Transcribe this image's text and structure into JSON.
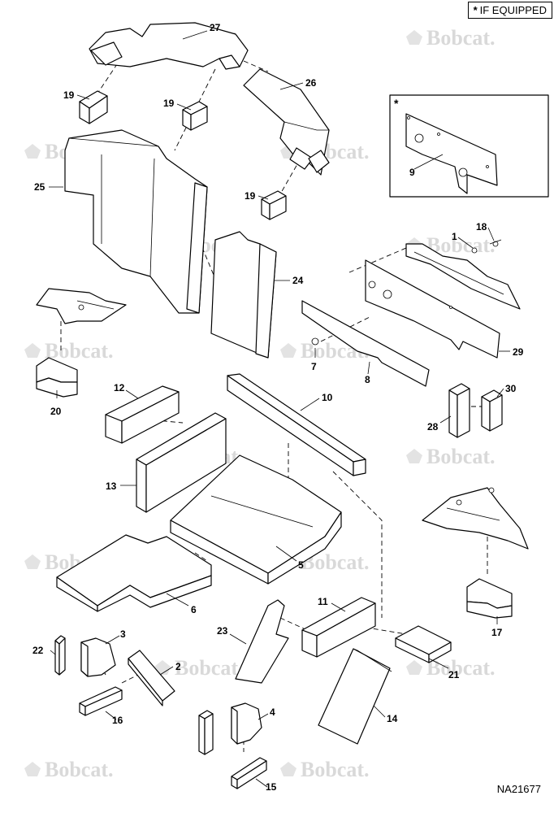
{
  "legend": {
    "symbol": "*",
    "text": "IF EQUIPPED"
  },
  "inset_symbol": "*",
  "drawing_number": "NA21677",
  "watermark_text": "Bobcat.",
  "callouts": {
    "c1": "1",
    "c2": "2",
    "c3": "3",
    "c4": "4",
    "c5": "5",
    "c6": "6",
    "c7": "7",
    "c8": "8",
    "c9": "9",
    "c10": "10",
    "c11": "11",
    "c12": "12",
    "c13": "13",
    "c14": "14",
    "c15": "15",
    "c16": "16",
    "c17": "17",
    "c18": "18",
    "c19a": "19",
    "c19b": "19",
    "c19c": "19",
    "c20": "20",
    "c21": "21",
    "c22": "22",
    "c23": "23",
    "c24": "24",
    "c25": "25",
    "c26": "26",
    "c27": "27",
    "c28": "28",
    "c29": "29",
    "c30": "30"
  }
}
